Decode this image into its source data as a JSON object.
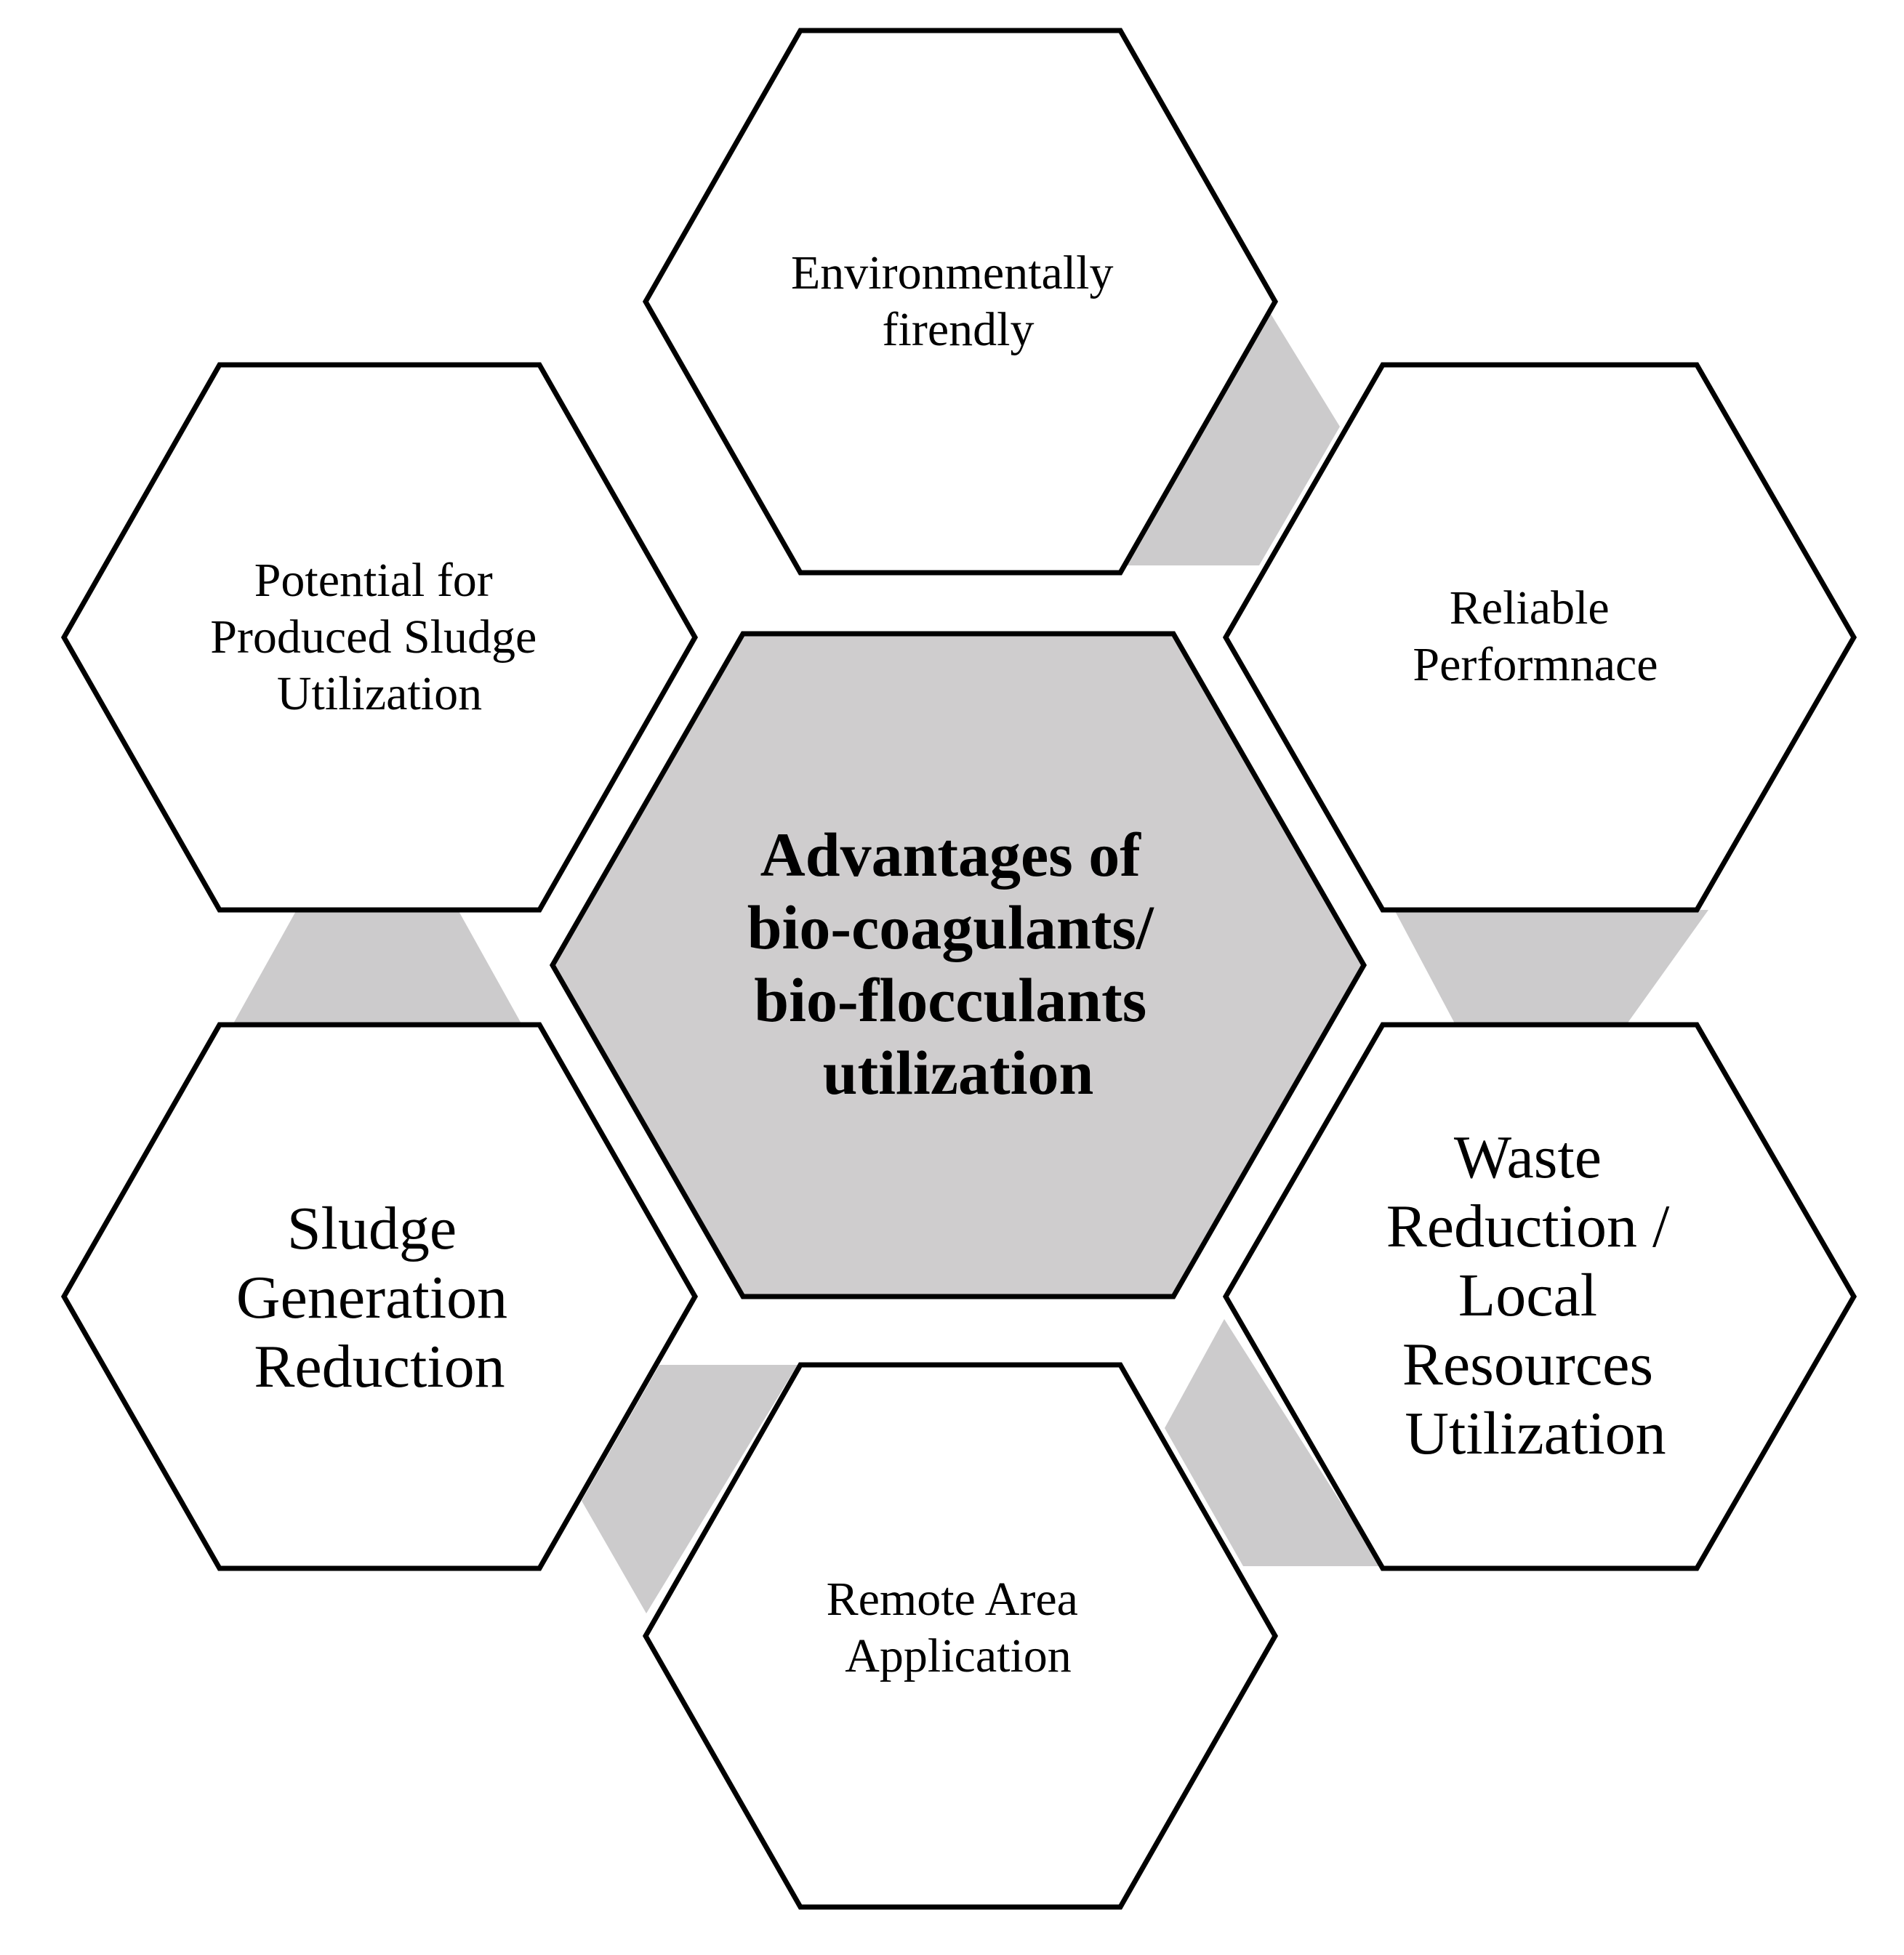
{
  "colors": {
    "background": "#ffffff",
    "outline": "#000000",
    "center_fill": "#cfcdce",
    "connector_fill": "#cccbcc",
    "outer_fill": "#ffffff"
  },
  "center": {
    "lines": [
      "Advantages of",
      "bio-coagulants/",
      "bio-flocculants",
      "utilization"
    ]
  },
  "hexagons": [
    {
      "id": "top",
      "lines": [
        "Environmentally",
        "firendly"
      ]
    },
    {
      "id": "upper-right",
      "lines": [
        "Reliable",
        "Performnace"
      ]
    },
    {
      "id": "lower-right",
      "lines": [
        "Waste",
        "Reduction /",
        "Local",
        "Resources",
        "Utilization"
      ]
    },
    {
      "id": "bottom",
      "lines": [
        "Remote Area",
        "Application"
      ]
    },
    {
      "id": "lower-left",
      "lines": [
        "Sludge",
        "Generation",
        "Reduction"
      ]
    },
    {
      "id": "upper-left",
      "lines": [
        "Potential for",
        "Produced Sludge",
        "Utilization"
      ]
    }
  ]
}
